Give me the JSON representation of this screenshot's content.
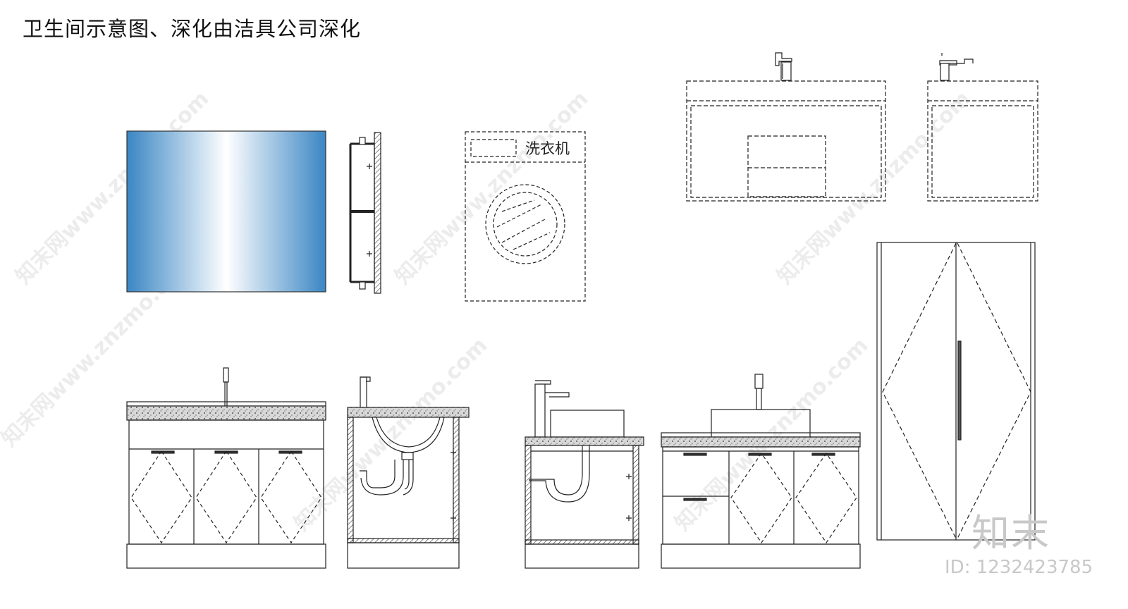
{
  "title": "卫生间示意图、深化由洁具公司深化",
  "labels": {
    "washing_machine": "洗衣机"
  },
  "watermark": {
    "logo_text": "知末",
    "id_text": "ID: 1232423785",
    "diagonal_text": "知末网www.znzmo.com"
  },
  "colors": {
    "line": "#222222",
    "mirror_blue": "#3a86c4",
    "watermark": "#c8c8c8"
  }
}
